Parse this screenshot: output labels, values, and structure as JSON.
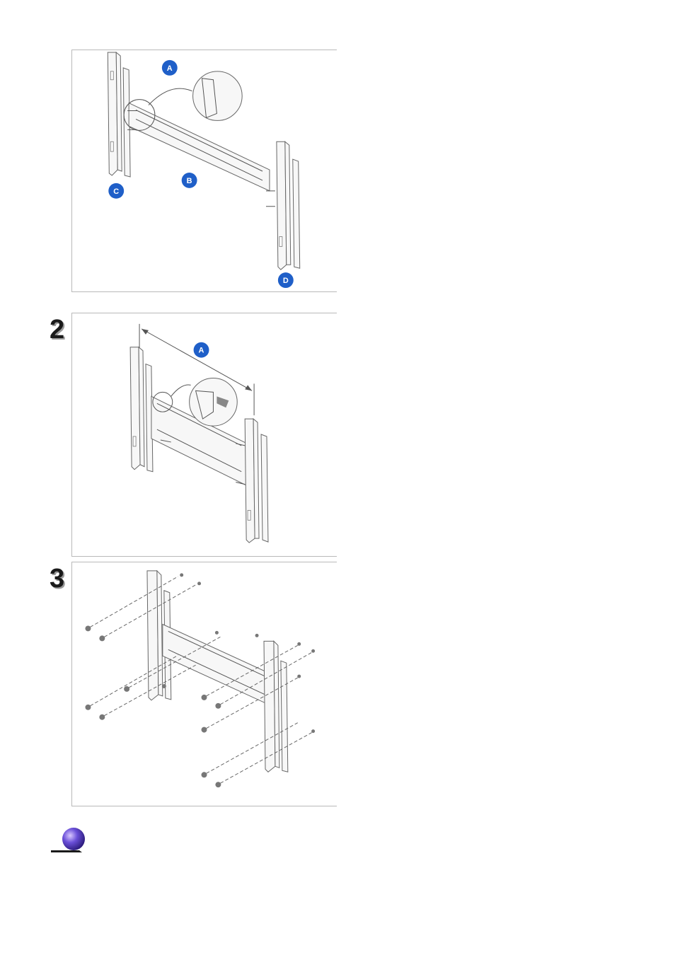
{
  "steps": [
    {
      "number": "",
      "labels": [
        "A",
        "B",
        "C",
        "D"
      ]
    },
    {
      "number": "2",
      "labels": [
        "A"
      ]
    },
    {
      "number": "3",
      "labels": []
    }
  ],
  "colors": {
    "label_fill": "#1f5fc8",
    "frame": "#b9b9b9",
    "step_number": "#1a1a1a"
  },
  "icons": {
    "note": "purple-sphere-note-icon"
  }
}
